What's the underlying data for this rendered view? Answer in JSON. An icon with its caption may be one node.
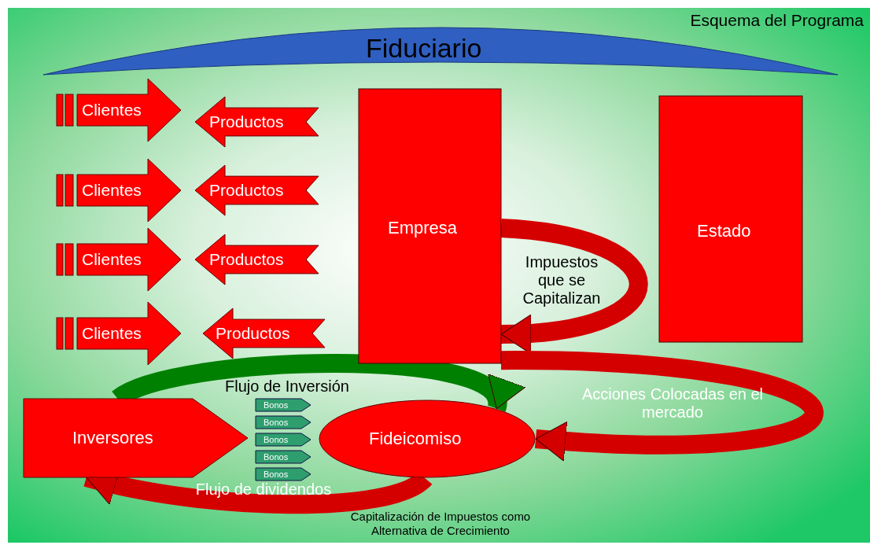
{
  "diagram": {
    "title": "Esquema del Programa",
    "caption": "Capitalización de Impuestos como Alternativa de Crecimiento",
    "nodes": [
      {
        "text": [
          "Fiduciario"
        ]
      },
      {
        "text": [
          "Clientes"
        ]
      },
      {
        "text": [
          "Productos"
        ]
      },
      {
        "text": [
          "Clientes"
        ]
      },
      {
        "text": [
          "Productos"
        ]
      },
      {
        "text": [
          "Clientes"
        ]
      },
      {
        "text": [
          "Productos"
        ]
      },
      {
        "text": [
          "Clientes"
        ]
      },
      {
        "text": [
          "Productos"
        ]
      },
      {
        "text": [
          "Empresa"
        ]
      },
      {
        "text": [
          "Estado"
        ]
      },
      {
        "text": [
          "Inversores"
        ]
      },
      {
        "text": [
          "Bonos"
        ]
      },
      {
        "text": [
          "Bonos"
        ]
      },
      {
        "text": [
          "Bonos"
        ]
      },
      {
        "text": [
          "Bonos"
        ]
      },
      {
        "text": [
          "Bonos"
        ]
      },
      {
        "text": [
          "Fideicomiso"
        ]
      }
    ],
    "edges": [
      {
        "from": 9,
        "to": 9,
        "arrow": "to",
        "label": "Impuestos que se Capitalizan"
      },
      {
        "from": 9,
        "to": 17,
        "arrow": "to",
        "label": "Acciones Colocadas en el mercado"
      },
      {
        "from": 11,
        "to": 17,
        "arrow": "to",
        "label": "Flujo de Inversión",
        "color": "#008000"
      },
      {
        "from": 17,
        "to": 11,
        "arrow": "to",
        "label": "Flujo de dividendos"
      }
    ]
  }
}
